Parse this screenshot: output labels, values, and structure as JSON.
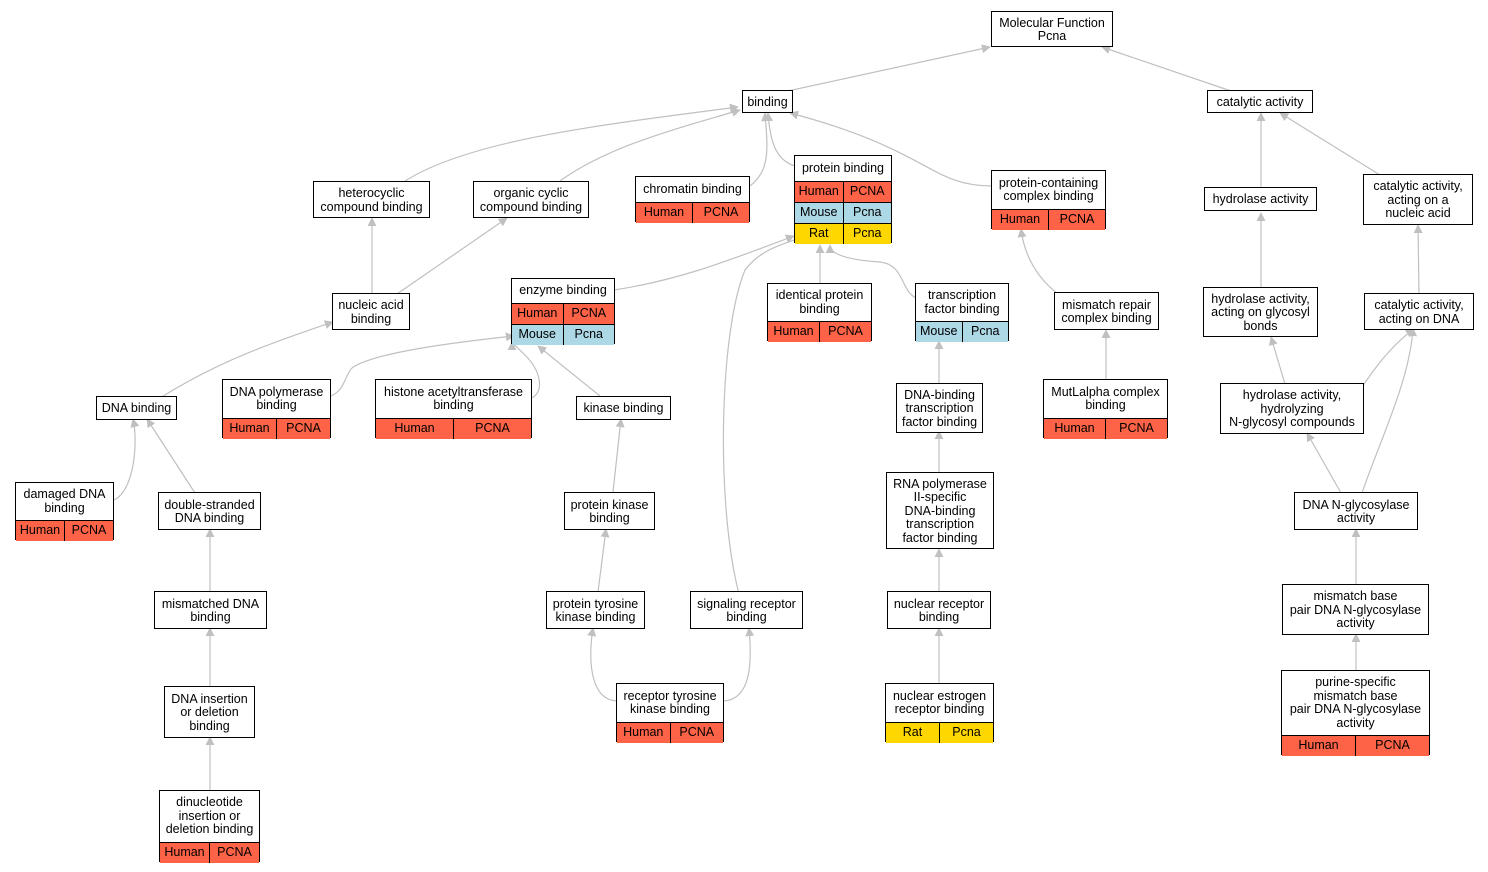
{
  "colors": {
    "Human": "#ff6347",
    "Mouse": "#add8e6",
    "Rat": "#ffd700",
    "edge": "#c0c0c0",
    "border": "#000000"
  },
  "nodes": {
    "mf": {
      "label": "Molecular Function\nPcna",
      "rows": []
    },
    "binding": {
      "label": "binding",
      "rows": []
    },
    "catalytic": {
      "label": "catalytic activity",
      "rows": []
    },
    "heterocyclic": {
      "label": "heterocyclic\ncompound binding",
      "rows": []
    },
    "organic": {
      "label": "organic cyclic\ncompound binding",
      "rows": []
    },
    "chromatin": {
      "label": "chromatin binding",
      "rows": [
        [
          "Human",
          "PCNA"
        ]
      ]
    },
    "protein": {
      "label": "protein binding",
      "rows": [
        [
          "Human",
          "PCNA"
        ],
        [
          "Mouse",
          "Pcna"
        ],
        [
          "Rat",
          "Pcna"
        ]
      ]
    },
    "pcomplex": {
      "label": "protein-containing\ncomplex binding",
      "rows": [
        [
          "Human",
          "PCNA"
        ]
      ]
    },
    "hydrolase": {
      "label": "hydrolase activity",
      "rows": []
    },
    "catnuc": {
      "label": "catalytic activity,\nacting on a\nnucleic acid",
      "rows": []
    },
    "nucleic": {
      "label": "nucleic acid\nbinding",
      "rows": []
    },
    "enzyme": {
      "label": "enzyme binding",
      "rows": [
        [
          "Human",
          "PCNA"
        ],
        [
          "Mouse",
          "Pcna"
        ]
      ]
    },
    "identical": {
      "label": "identical protein\nbinding",
      "rows": [
        [
          "Human",
          "PCNA"
        ]
      ]
    },
    "tfbinding": {
      "label": "transcription\nfactor binding",
      "rows": [
        [
          "Mouse",
          "Pcna"
        ]
      ]
    },
    "mismatchrepair": {
      "label": "mismatch repair\ncomplex binding",
      "rows": []
    },
    "hydroglyco": {
      "label": "hydrolase activity,\nacting on glycosyl\nbonds",
      "rows": []
    },
    "catdna": {
      "label": "catalytic activity,\nacting on DNA",
      "rows": []
    },
    "dnabinding": {
      "label": "DNA binding",
      "rows": []
    },
    "dnapol": {
      "label": "DNA polymerase\nbinding",
      "rows": [
        [
          "Human",
          "PCNA"
        ]
      ]
    },
    "histone": {
      "label": "histone acetyltransferase\nbinding",
      "rows": [
        [
          "Human",
          "PCNA"
        ]
      ]
    },
    "kinase": {
      "label": "kinase binding",
      "rows": []
    },
    "dnabtf": {
      "label": "DNA-binding\ntranscription\nfactor binding",
      "rows": []
    },
    "mutl": {
      "label": "MutLalpha complex\nbinding",
      "rows": [
        [
          "Human",
          "PCNA"
        ]
      ]
    },
    "hydron": {
      "label": "hydrolase activity,\nhydrolyzing\nN-glycosyl compounds",
      "rows": []
    },
    "damaged": {
      "label": "damaged DNA\nbinding",
      "rows": [
        [
          "Human",
          "PCNA"
        ]
      ]
    },
    "dsdna": {
      "label": "double-stranded\nDNA binding",
      "rows": []
    },
    "pkinase": {
      "label": "protein kinase\nbinding",
      "rows": []
    },
    "rnapol": {
      "label": "RNA polymerase\nII-specific\nDNA-binding\ntranscription\nfactor binding",
      "rows": []
    },
    "dnaglyco": {
      "label": "DNA N-glycosylase\nactivity",
      "rows": []
    },
    "mismatched": {
      "label": "mismatched DNA\nbinding",
      "rows": []
    },
    "ptk": {
      "label": "protein tyrosine\nkinase binding",
      "rows": []
    },
    "signaling": {
      "label": "signaling receptor\nbinding",
      "rows": []
    },
    "nuclear": {
      "label": "nuclear receptor\nbinding",
      "rows": []
    },
    "mmbase": {
      "label": "mismatch base\npair DNA N-glycosylase\nactivity",
      "rows": []
    },
    "indel": {
      "label": "DNA insertion\nor deletion\nbinding",
      "rows": []
    },
    "rtk": {
      "label": "receptor tyrosine\nkinase binding",
      "rows": [
        [
          "Human",
          "PCNA"
        ]
      ]
    },
    "estrogen": {
      "label": "nuclear estrogen\nreceptor binding",
      "rows": [
        [
          "Rat",
          "Pcna"
        ]
      ]
    },
    "purine": {
      "label": "purine-specific\nmismatch base\npair DNA N-glycosylase\nactivity",
      "rows": [
        [
          "Human",
          "PCNA"
        ]
      ]
    },
    "dinuc": {
      "label": "dinucleotide\ninsertion or\ndeletion binding",
      "rows": [
        [
          "Human",
          "PCNA"
        ]
      ]
    }
  }
}
